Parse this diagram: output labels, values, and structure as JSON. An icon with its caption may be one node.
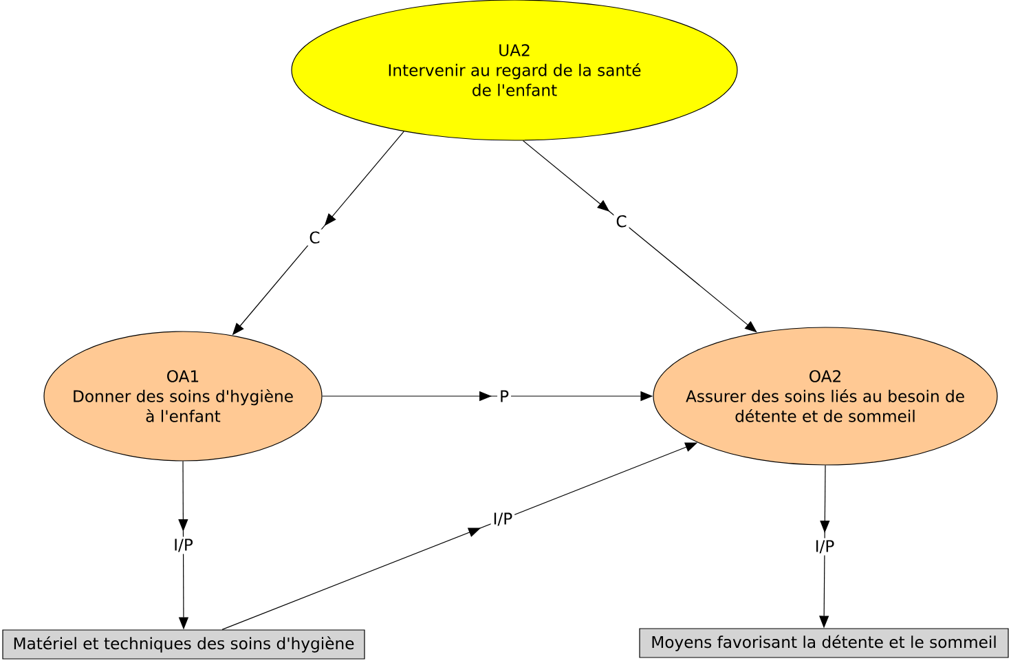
{
  "diagram": {
    "nodes": [
      {
        "text": [
          "UA2",
          "Intervenir au regard de la santé de l'enfant"
        ]
      },
      {
        "text": [
          "OA1",
          "Donner des soins d'hygiène à l'enfant"
        ]
      },
      {
        "text": [
          "OA2",
          "Assurer des soins liés au besoin de détente et de sommeil"
        ]
      },
      {
        "text": [
          "Matériel et techniques des soins d'hygiène"
        ]
      },
      {
        "text": [
          "Moyens favorisant la détente et le sommeil"
        ]
      }
    ],
    "edges": [
      {
        "from": 0,
        "to": 1,
        "arrow": "to",
        "label": "C"
      },
      {
        "from": 0,
        "to": 2,
        "arrow": "to",
        "label": "C"
      },
      {
        "from": 1,
        "to": 2,
        "arrow": "to",
        "label": "P"
      },
      {
        "from": 1,
        "to": 3,
        "arrow": "to",
        "label": "I/P"
      },
      {
        "from": 3,
        "to": 2,
        "arrow": "to",
        "label": "I/P"
      },
      {
        "from": 2,
        "to": 4,
        "arrow": "to",
        "label": "I/P"
      }
    ]
  }
}
